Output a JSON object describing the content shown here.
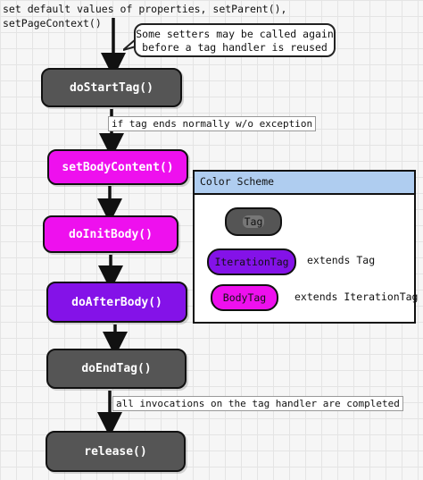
{
  "top_note": {
    "line1": "set default values of properties, setParent(),",
    "line2": "setPageContext()"
  },
  "callout": {
    "line1": "Some setters may be called again",
    "line2": "before a tag handler is reused"
  },
  "steps": {
    "do_start_tag": "doStartTag()",
    "set_body_content": "setBodyContent()",
    "do_init_body": "doInitBody()",
    "do_after_body": "doAfterBody()",
    "do_end_tag": "doEndTag()",
    "release": "release()"
  },
  "notes": {
    "normal_end": "if tag ends normally w/o exception",
    "completed": "all invocations on the tag handler are completed"
  },
  "legend": {
    "title": "Color Scheme",
    "tag": "Tag",
    "iteration_tag": "IterationTag",
    "iteration_extends": "extends Tag",
    "body_tag": "BodyTag",
    "body_extends": "extends IterationTag"
  },
  "colors": {
    "tag": "#555555",
    "iteration_tag": "#8412e8",
    "body_tag": "#ee10ee",
    "legend_header": "#afcdf0"
  }
}
